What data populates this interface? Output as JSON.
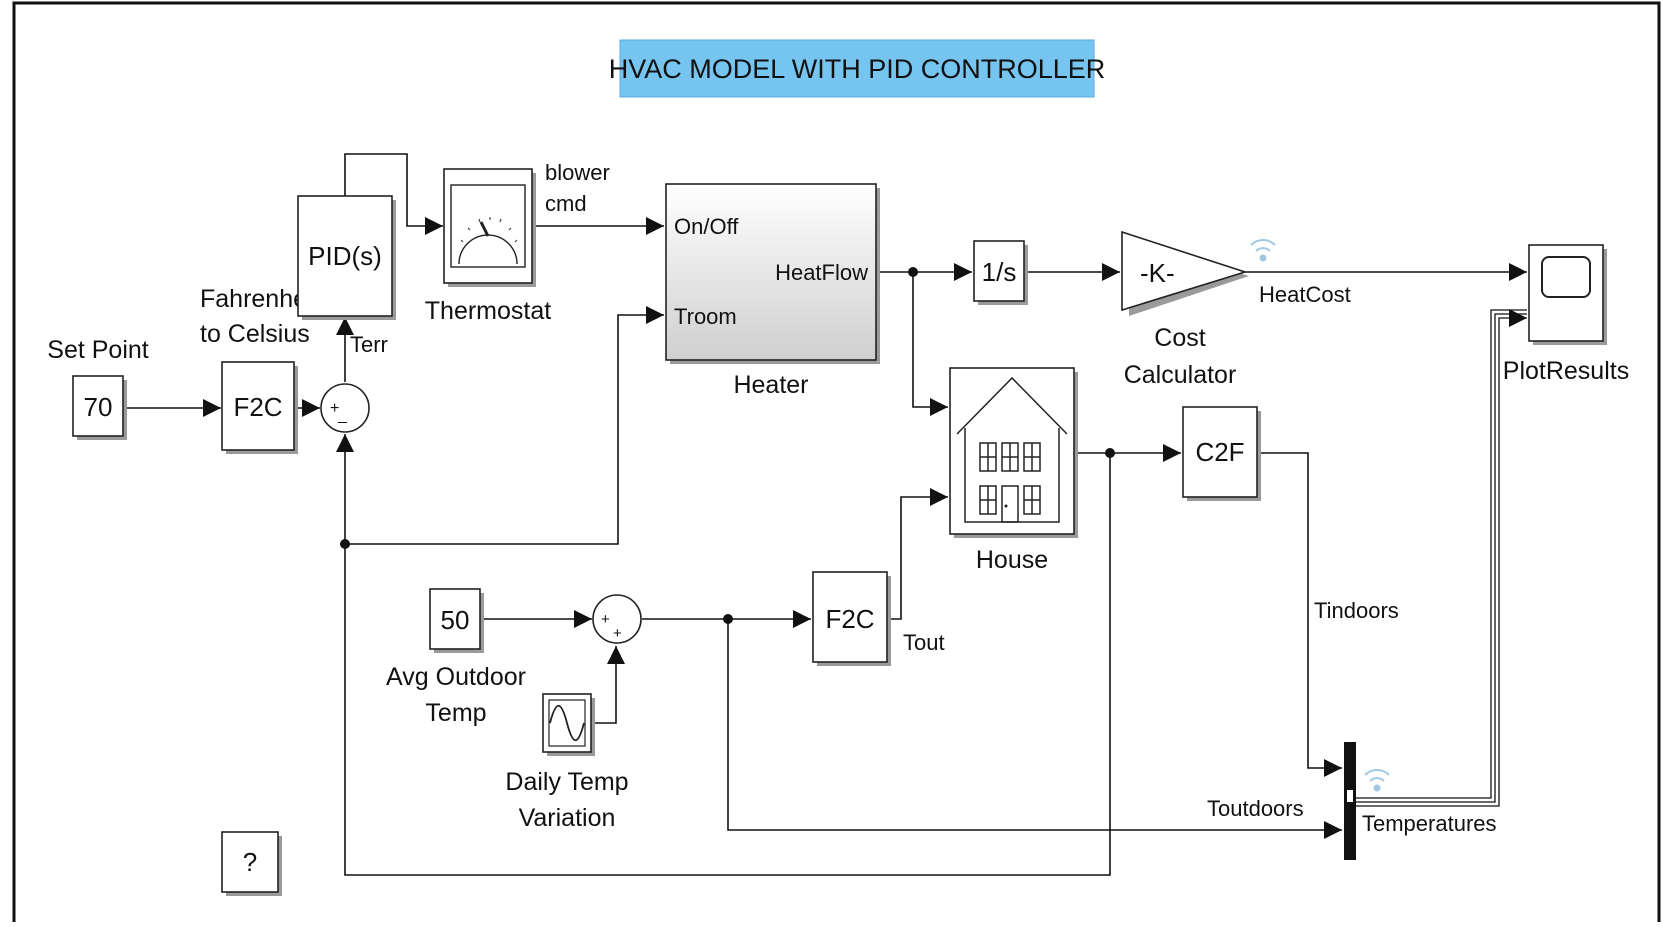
{
  "title": "HVAC MODEL WITH PID CONTROLLER",
  "colors": {
    "title_bg": "#76c4f0",
    "signal": "#9fc8e4",
    "heater_fill": "#e8e8e8"
  },
  "blocks": {
    "setpoint_value": "70",
    "setpoint_label": "Set Point",
    "f2c_1": "F2C",
    "f2c_1_label_line1": "Fahrenhe",
    "f2c_1_label_line2": "to Celsius",
    "pid": "PID(s)",
    "thermostat_label": "Thermostat",
    "heater_port_onoff": "On/Off",
    "heater_port_troom": "Troom",
    "heater_port_heatflow": "HeatFlow",
    "heater_label": "Heater",
    "integrator": "1/s",
    "gain": "-K-",
    "cost_label_line1": "Cost",
    "cost_label_line2": "Calculator",
    "house_label": "House",
    "c2f": "C2F",
    "plot_label": "PlotResults",
    "avg_value": "50",
    "avg_label_line1": "Avg Outdoor",
    "avg_label_line2": "Temp",
    "daily_label_line1": "Daily Temp",
    "daily_label_line2": "Variation",
    "f2c_2": "F2C",
    "mux_label": "Temperatures",
    "help": "?"
  },
  "signals": {
    "blower_line1": "blower",
    "blower_line2": "cmd",
    "terr": "Terr",
    "heatcost": "HeatCost",
    "tout": "Tout",
    "tindoors": "Tindoors",
    "toutdoors": "Toutdoors"
  },
  "sum_signs": {
    "sum1_plus": "+",
    "sum1_minus": "_",
    "sum2_plus1": "+",
    "sum2_plus2": "+"
  }
}
